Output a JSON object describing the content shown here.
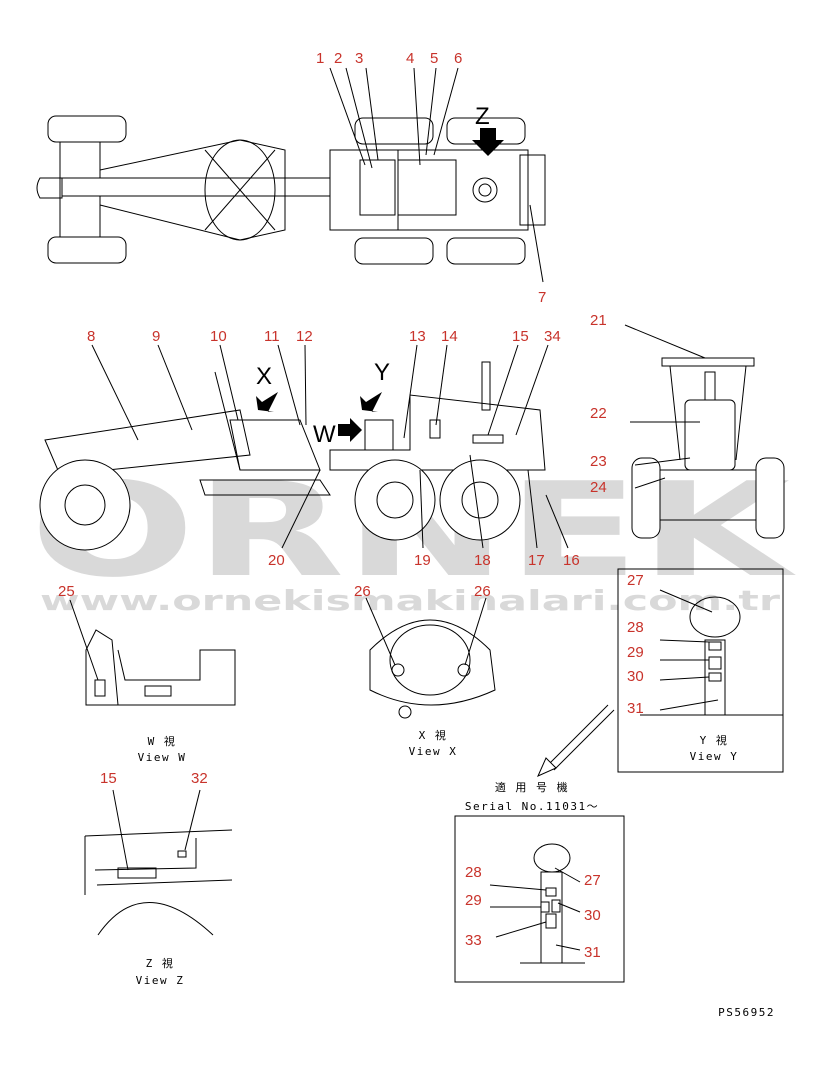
{
  "watermark": {
    "brand": "ORNEK",
    "url": "www.ornekismakinalari.com.tr"
  },
  "callouts": [
    "1",
    "2",
    "3",
    "4",
    "5",
    "6",
    "7",
    "8",
    "9",
    "10",
    "11",
    "12",
    "13",
    "14",
    "15",
    "34",
    "21",
    "22",
    "23",
    "24",
    "20",
    "19",
    "18",
    "17",
    "16",
    "25",
    "26",
    "26",
    "27",
    "28",
    "29",
    "30",
    "31",
    "15",
    "32",
    "28",
    "27",
    "29",
    "30",
    "33",
    "31"
  ],
  "view_letters": {
    "z": "Z",
    "x": "X",
    "y": "Y",
    "w": "W"
  },
  "captions": {
    "view_w_jp": "W  視",
    "view_w_en": "View W",
    "view_x_jp": "X  視",
    "view_x_en": "View X",
    "view_y_jp": "Y  視",
    "view_y_en": "View Y",
    "view_z_jp": "Z  視",
    "view_z_en": "View Z",
    "serial_jp": "適 用 号 機",
    "serial_en": "Serial No.11031〜",
    "drawing_no": "PS56952"
  }
}
